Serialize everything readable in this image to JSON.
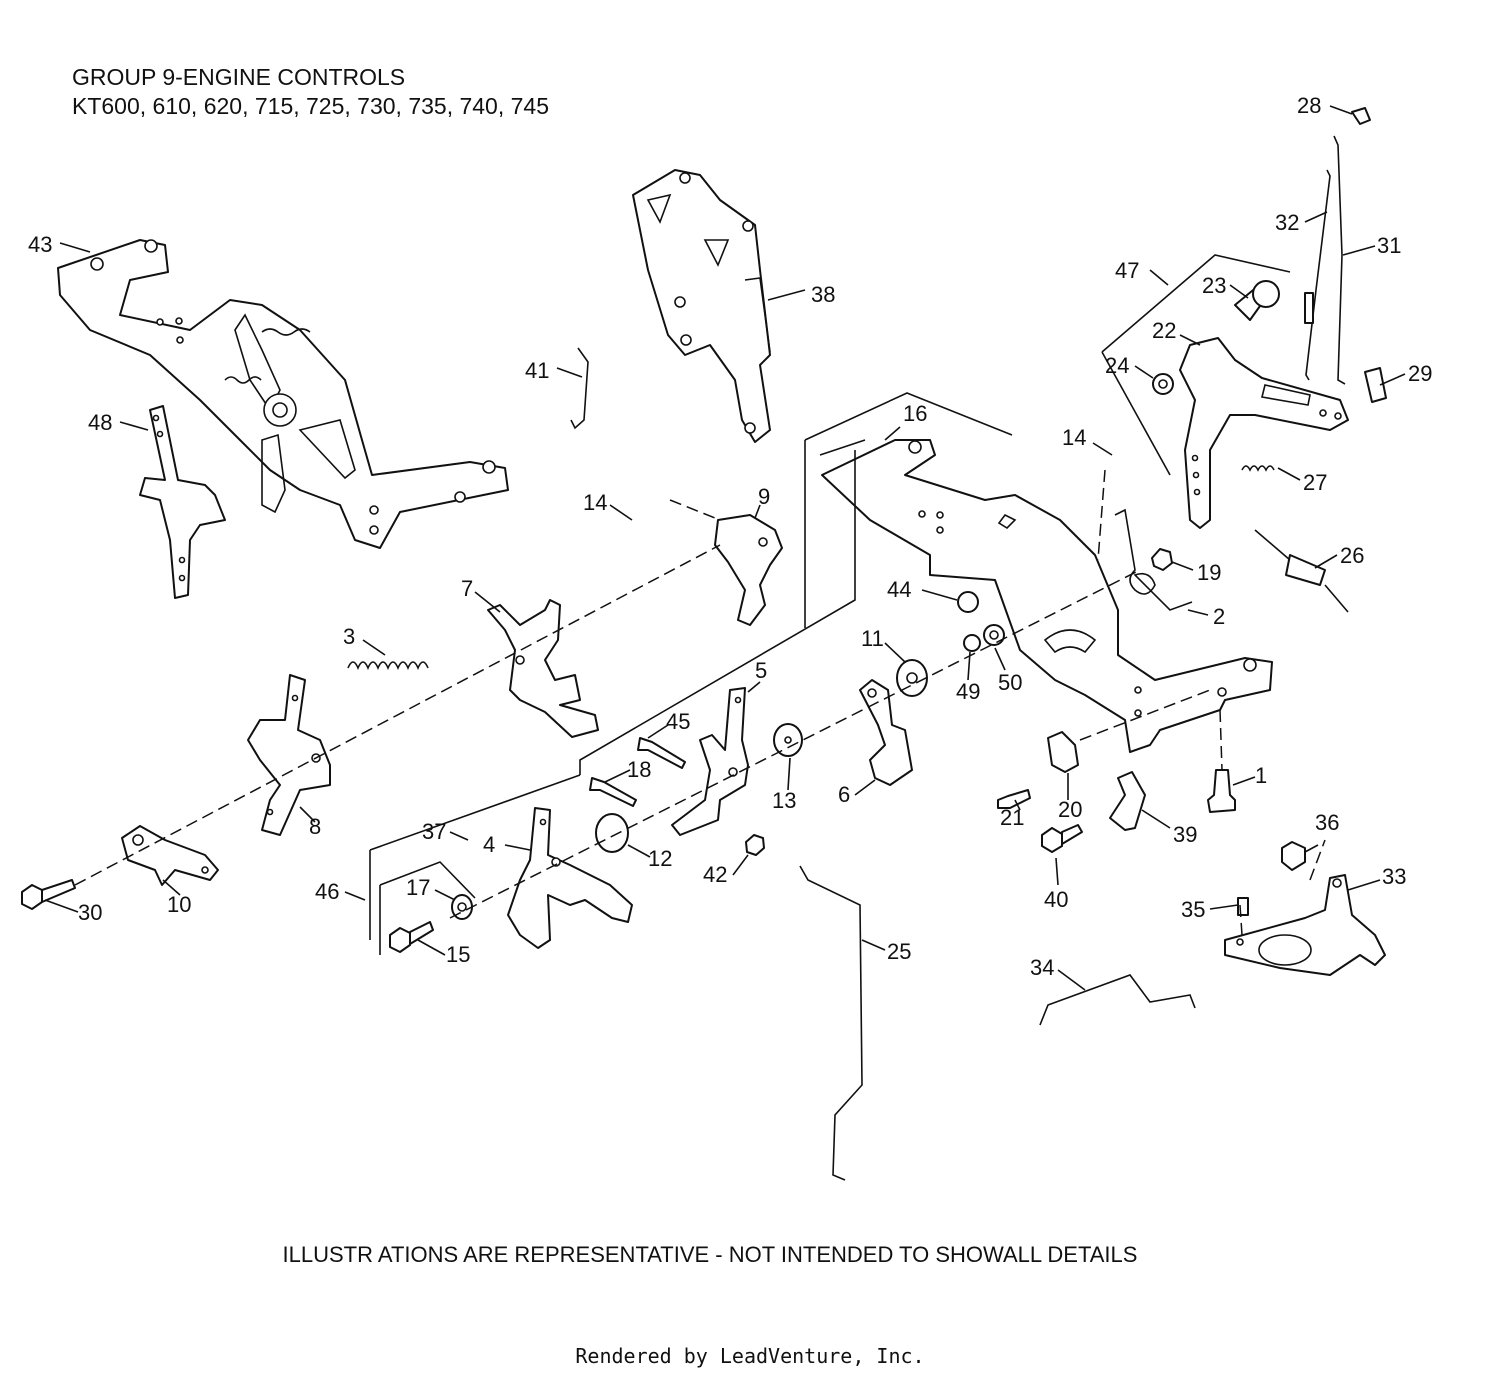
{
  "header": {
    "title": "GROUP 9-ENGINE CONTROLS",
    "models": "KT600, 610, 620, 715, 725, 730, 735, 740, 745"
  },
  "callouts": [
    {
      "id": "c43",
      "label": "43"
    },
    {
      "id": "c48",
      "label": "48"
    },
    {
      "id": "c38",
      "label": "38"
    },
    {
      "id": "c41",
      "label": "41"
    },
    {
      "id": "c28",
      "label": "28"
    },
    {
      "id": "c32",
      "label": "32"
    },
    {
      "id": "c31",
      "label": "31"
    },
    {
      "id": "c47",
      "label": "47"
    },
    {
      "id": "c23",
      "label": "23"
    },
    {
      "id": "c22",
      "label": "22"
    },
    {
      "id": "c24",
      "label": "24"
    },
    {
      "id": "c29",
      "label": "29"
    },
    {
      "id": "c14a",
      "label": "14"
    },
    {
      "id": "c14b",
      "label": "14"
    },
    {
      "id": "c16",
      "label": "16"
    },
    {
      "id": "c27",
      "label": "27"
    },
    {
      "id": "c26",
      "label": "26"
    },
    {
      "id": "c9",
      "label": "9"
    },
    {
      "id": "c7",
      "label": "7"
    },
    {
      "id": "c19",
      "label": "19"
    },
    {
      "id": "c2",
      "label": "2"
    },
    {
      "id": "c44",
      "label": "44"
    },
    {
      "id": "c3",
      "label": "3"
    },
    {
      "id": "c11",
      "label": "11"
    },
    {
      "id": "c49",
      "label": "49"
    },
    {
      "id": "c50",
      "label": "50"
    },
    {
      "id": "c5",
      "label": "5"
    },
    {
      "id": "c45",
      "label": "45"
    },
    {
      "id": "c18",
      "label": "18"
    },
    {
      "id": "c13",
      "label": "13"
    },
    {
      "id": "c6",
      "label": "6"
    },
    {
      "id": "c21",
      "label": "21"
    },
    {
      "id": "c20",
      "label": "20"
    },
    {
      "id": "c1",
      "label": "1"
    },
    {
      "id": "c39",
      "label": "39"
    },
    {
      "id": "c8",
      "label": "8"
    },
    {
      "id": "c10",
      "label": "10"
    },
    {
      "id": "c30",
      "label": "30"
    },
    {
      "id": "c37",
      "label": "37"
    },
    {
      "id": "c4",
      "label": "4"
    },
    {
      "id": "c12",
      "label": "12"
    },
    {
      "id": "c42",
      "label": "42"
    },
    {
      "id": "c40",
      "label": "40"
    },
    {
      "id": "c36",
      "label": "36"
    },
    {
      "id": "c33",
      "label": "33"
    },
    {
      "id": "c35",
      "label": "35"
    },
    {
      "id": "c17",
      "label": "17"
    },
    {
      "id": "c46",
      "label": "46"
    },
    {
      "id": "c15",
      "label": "15"
    },
    {
      "id": "c25",
      "label": "25"
    },
    {
      "id": "c34",
      "label": "34"
    }
  ],
  "footer": {
    "disclaimer": "ILLUSTR ATIONS ARE REPRESENTATIVE - NOT INTENDED TO SHOWALL DETAILS",
    "credit": "Rendered by LeadVenture, Inc."
  }
}
